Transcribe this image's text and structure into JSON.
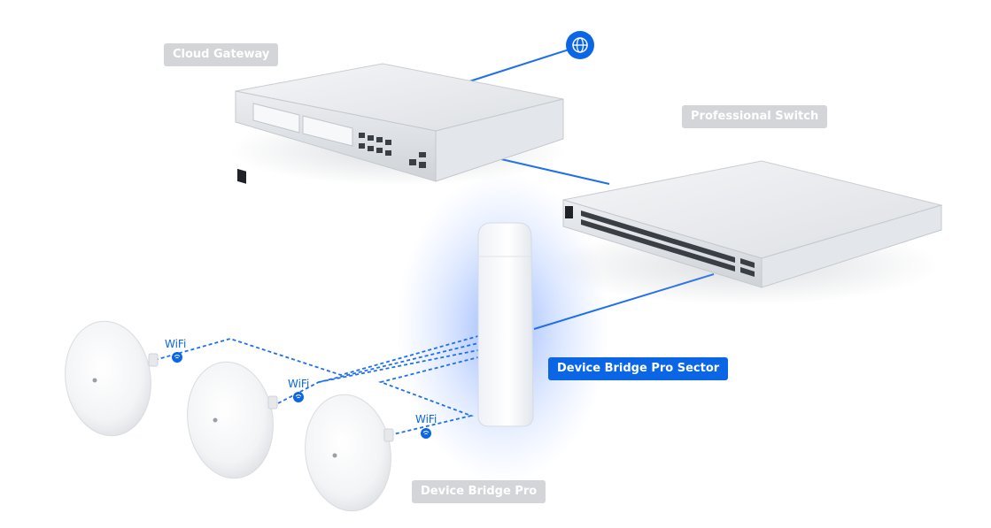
{
  "labels": {
    "cloud_gateway": "Cloud Gateway",
    "professional_switch": "Professional Switch",
    "device_bridge_pro_sector": "Device Bridge Pro Sector",
    "device_bridge_pro": "Device Bridge Pro"
  },
  "wifi_links": [
    {
      "label": "WiFi"
    },
    {
      "label": "WiFi"
    },
    {
      "label": "WiFi"
    }
  ],
  "colors": {
    "accent": "#0a66e4",
    "label_inactive": "#d3d5d9",
    "device_body": "#e8eaed"
  },
  "icons": {
    "internet": "globe-icon",
    "wifi": "wifi-icon"
  }
}
